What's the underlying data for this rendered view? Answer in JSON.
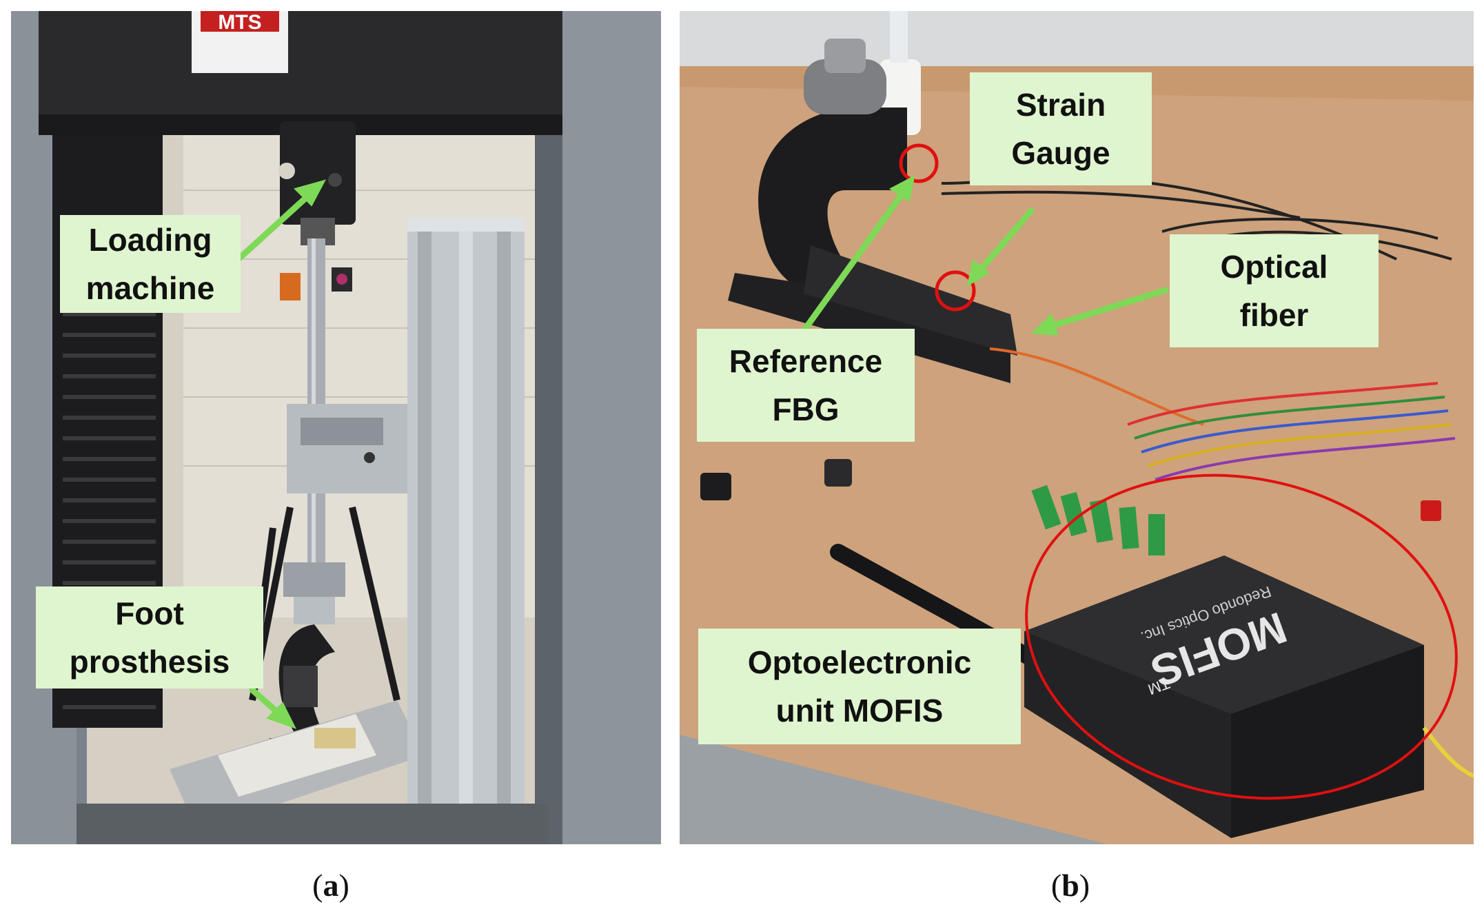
{
  "figure": {
    "panel_a": {
      "brand_plate": "MTS",
      "labels": {
        "loading_machine": [
          "Loading",
          "machine"
        ],
        "foot_prosthesis": [
          "Foot",
          "prosthesis"
        ]
      },
      "caption": {
        "open": "(",
        "letter": "a",
        "close": ")"
      }
    },
    "panel_b": {
      "device_text": {
        "brand": "MOFIS",
        "tm": "TM",
        "maker": "Redondo Optics Inc."
      },
      "labels": {
        "strain_gauge": [
          "Strain",
          "Gauge"
        ],
        "optical_fiber": [
          "Optical",
          "fiber"
        ],
        "reference_fbg": [
          "Reference",
          "FBG"
        ],
        "optoelectronic_unit": [
          "Optoelectronic",
          "unit MOFIS"
        ]
      },
      "caption": {
        "open": "(",
        "letter": "b",
        "close": ")"
      }
    },
    "colors": {
      "callout_background": "#dff5cf",
      "arrow": "#7ed957",
      "highlight_circle": "#e01010"
    }
  }
}
